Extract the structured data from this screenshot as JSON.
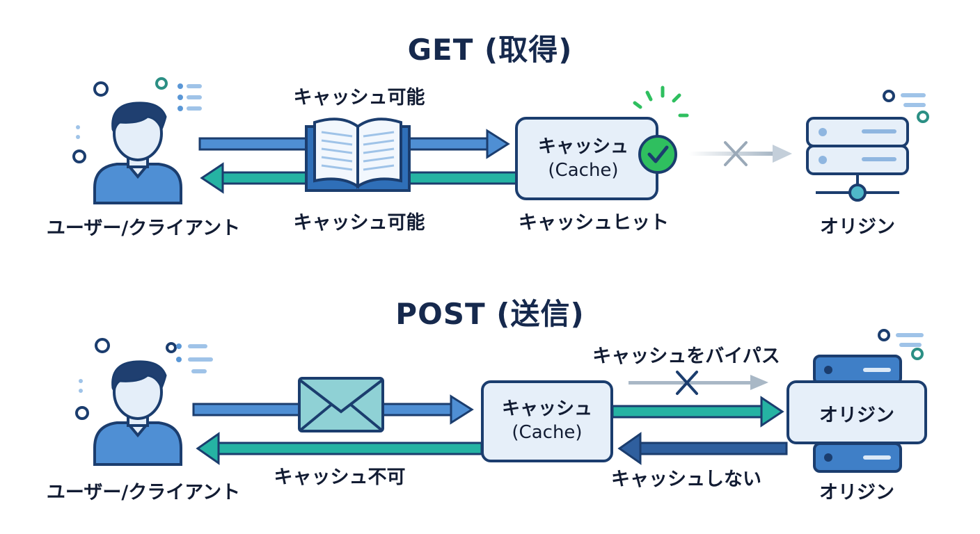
{
  "colors": {
    "navy": "#1b3d6e",
    "blue": "#3f7fc7",
    "light_blue": "#dce9f7",
    "teal": "#25b3a3",
    "green": "#2fbf5f",
    "gray": "#a9b8c6",
    "title": "#16294d"
  },
  "get_section": {
    "title": "GET (取得)",
    "user_label": "ユーザー/クライアント",
    "request_label": "キャッシュ可能",
    "response_label": "キャッシュ可能",
    "cache_box": {
      "line1": "キャッシュ",
      "line2": "(Cache)"
    },
    "cache_status": "キャッシュヒット",
    "origin_label": "オリジン",
    "icons": [
      "user-icon",
      "book-icon",
      "check-icon",
      "server-icon",
      "cross-icon"
    ]
  },
  "post_section": {
    "title": "POST (送信)",
    "user_label": "ユーザー/クライアント",
    "response_label": "キャッシュ不可",
    "cache_box": {
      "line1": "キャッシュ",
      "line2": "(Cache)"
    },
    "bypass_label": "キャッシュをバイパス",
    "no_cache_label": "キャッシュしない",
    "origin_box_label": "オリジン",
    "origin_label": "オリジン",
    "icons": [
      "user-icon",
      "envelope-icon",
      "server-icon",
      "cross-icon"
    ]
  }
}
